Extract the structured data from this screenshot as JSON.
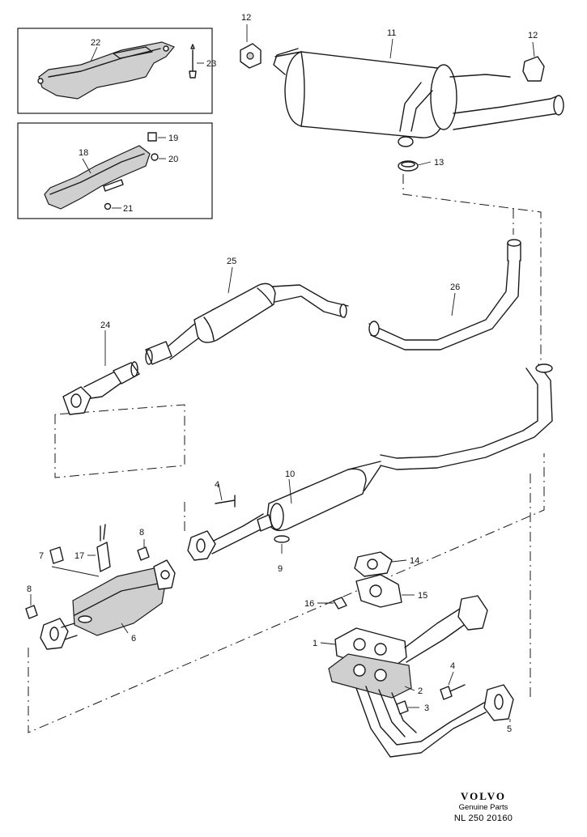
{
  "callouts": {
    "c1": "1",
    "c2": "2",
    "c3": "3",
    "c4a": "4",
    "c4b": "4",
    "c5": "5",
    "c6": "6",
    "c7": "7",
    "c8a": "8",
    "c8b": "8",
    "c9": "9",
    "c10": "10",
    "c11": "11",
    "c12a": "12",
    "c12b": "12",
    "c13": "13",
    "c14": "14",
    "c15": "15",
    "c16": "16",
    "c17": "17",
    "c18": "18",
    "c19": "19",
    "c20": "20",
    "c21": "21",
    "c22": "22",
    "c23": "23",
    "c24": "24",
    "c25": "25",
    "c26": "26"
  },
  "footer": {
    "brand": "VOLVO",
    "subtitle": "Genuine Parts",
    "code": "NL 250 20160"
  }
}
